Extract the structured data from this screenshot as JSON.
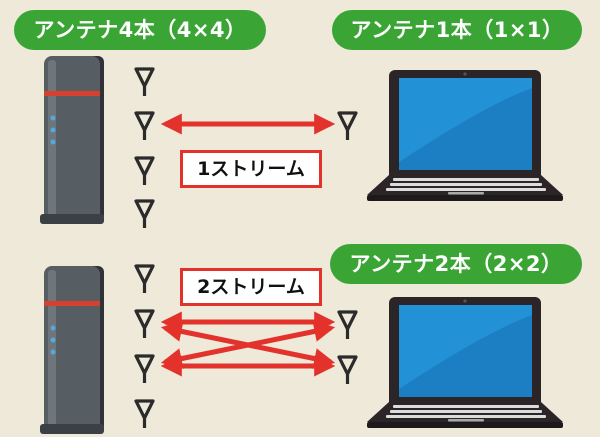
{
  "labels": {
    "router_top": "アンテナ4本（4×4）",
    "laptop_top": "アンテナ1本（1×1）",
    "laptop_bottom": "アンテナ2本（2×2）",
    "stream_one": "1ストリーム",
    "stream_two": "2ストリーム"
  },
  "colors": {
    "background": "#efe9da",
    "pill": "#3aa535",
    "arrow": "#e2322b",
    "router_body": "#565d63",
    "laptop_frame": "#2b2527",
    "laptop_screen": "#1c7fc4"
  },
  "icons": [
    "router-icon",
    "antenna-icon",
    "laptop-icon",
    "double-arrow"
  ]
}
